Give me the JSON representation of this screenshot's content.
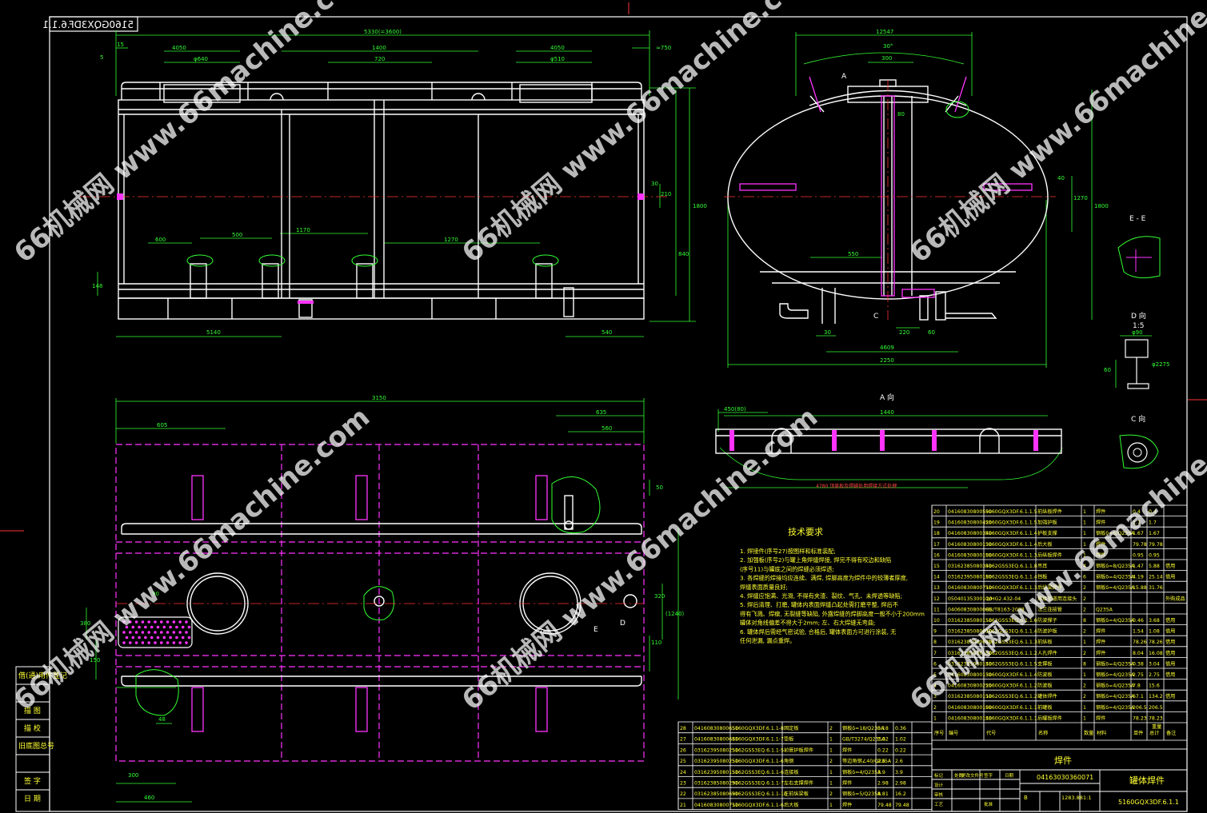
{
  "drawing_code": "5160GQX3DF.6.1.1",
  "watermark": "66机械网 www.66machine.com",
  "view_labels": {
    "view_a": "A 向",
    "view_c": "C 向",
    "view_d": "D 向",
    "view_d_scale": "1:5",
    "section_e": "E - E",
    "mark_a": "A",
    "mark_c": "C",
    "mark_d": "D",
    "mark_e": "E"
  },
  "dims_front": {
    "overall": "5330(=3600)",
    "left_off": "15",
    "s": "5",
    "d4050a": "4050",
    "d640a": "φ640",
    "d1400": "1400",
    "d720": "720",
    "d4050b": "4050",
    "d640b": "φ510",
    "right_off": "≈750",
    "d600": "600",
    "d500": "500",
    "d1170": "1170",
    "d1270": "1270",
    "d5140": "5140",
    "d540": "540",
    "h1800": "1800",
    "h840": "840",
    "h148": "148",
    "h210": "210",
    "h30": "30"
  },
  "dims_end": {
    "w2547": "12547",
    "ang30": "30°",
    "d300": "300",
    "d80": "80",
    "d550": "550",
    "d4609": "4609",
    "d2250": "2250",
    "d30": "30",
    "d220": "220",
    "d60": "60",
    "h1800": "1800",
    "h1270": "1270",
    "h40": "40"
  },
  "dims_plan": {
    "overall": "3150",
    "d605": "605",
    "d635": "635",
    "d560": "560",
    "d50": "50",
    "d320": "320",
    "d1240": "(1240)",
    "d110": "110",
    "d380": "380",
    "d200": "200",
    "d150": "150",
    "d300": "300",
    "d460": "460",
    "d48": "48",
    "d90": "90"
  },
  "dims_view_a": {
    "d450": "450(80)",
    "d1440": "1440",
    "note": "4780  顶盖板及焊缝处用焊接方式处理"
  },
  "dims_view_d": {
    "d90": "φ90",
    "d2275": "φ2275",
    "d60": "60"
  },
  "tech_req": {
    "title": "技术要求",
    "items": [
      "1. 焊接件(序号27)按图样和标准装配;",
      "2. 加强板(序号2)与罐上角焊缝焊接, 焊完不得有咬边和缺陷",
      "   (序号11)与罐底之间的焊缝必须焊透;",
      "3. 各焊缝的焊接均应连续、满焊, 焊脚高度为焊件中的较薄者厚度,",
      "   焊缝表面质量良好;",
      "4. 焊缝应饱满、光滑, 不得有夹渣、裂纹、气孔、未焊透等缺陷;",
      "5. 焊后清理、打磨, 罐体内表面焊缝凸起处需打磨平整, 焊后不",
      "   得有飞溅、焊瘤, 无裂缝等缺陷, 外露焊缝的焊脚高度一般不小于200mm",
      "   罐体对角线偏差不得大于2mm; 左、右大焊缝无弯曲;",
      "6. 罐体焊后需经气密试验, 合格后, 罐体表面方可进行涂装, 无",
      "   任何泄漏, 漏点重焊。"
    ]
  },
  "parts_right": [
    {
      "no": "20",
      "code": "04160830800590",
      "dwg": "5160GQX3DF.6.1.1.5",
      "name": "前纵板焊件",
      "qty": "1",
      "mat": "焊件",
      "w1": "0.4",
      "w2": "0.4",
      "note": ""
    },
    {
      "no": "19",
      "code": "04160830800420",
      "dwg": "5160GQX3DF.6.1.1.5",
      "name": "加强护板",
      "qty": "1",
      "mat": "焊件",
      "w1": "1.7",
      "w2": "1.7",
      "note": ""
    },
    {
      "no": "18",
      "code": "04160830800340",
      "dwg": "5160GQX3DF.6.1.1.4",
      "name": "护板支撑",
      "qty": "1",
      "mat": "钢板δ=6/Q235A",
      "w1": "1.67",
      "w2": "1.67",
      "note": ""
    },
    {
      "no": "17",
      "code": "04160830800130",
      "dwg": "5160GQX3DF.6.1.1.4",
      "name": "后大板",
      "qty": "1",
      "mat": "焊件",
      "w1": "79.78",
      "w2": "79.78",
      "note": ""
    },
    {
      "no": "16",
      "code": "04160830800100",
      "dwg": "5160GQX3DF.6.1.1.3",
      "name": "后纵板焊件",
      "qty": "1",
      "mat": "焊件",
      "w1": "0.95",
      "w2": "0.95",
      "note": ""
    },
    {
      "no": "15",
      "code": "03162385080340",
      "dwg": "5162GSS3EQ.6.1.1.8",
      "name": "吊耳",
      "qty": "4",
      "mat": "钢板δ=8/Q235A",
      "w1": "1.47",
      "w2": "5.88",
      "note": "借用"
    },
    {
      "no": "14",
      "code": "03162395080180",
      "dwg": "5162GSS3EQ.6.1.1.4",
      "name": "挡板",
      "qty": "6",
      "mat": "钢板δ=4/Q235A",
      "w1": "4.19",
      "w2": "25.14",
      "note": "借用"
    },
    {
      "no": "13",
      "code": "04160830800710",
      "dwg": "5160GQX3DF.6.1.1.3",
      "name": "后纵梁焊件",
      "qty": "2",
      "mat": "钢板δ=4/Q235A",
      "w1": "15.88",
      "w2": "31.76",
      "note": ""
    },
    {
      "no": "12",
      "code": "05040135300110",
      "dwg": "Q/HG2.432-04",
      "name": "焊接管道用连接头",
      "qty": "2",
      "mat": "",
      "w1": "",
      "w2": "",
      "note": "外购成品"
    },
    {
      "no": "11",
      "code": "04060830800085",
      "dwg": "GB/T8163-2008",
      "name": "法兰连接管",
      "qty": "2",
      "mat": "Q235A",
      "w1": "",
      "w2": "",
      "note": ""
    },
    {
      "no": "10",
      "code": "03162385080150",
      "dwg": "5162GSS3EQ.6.1.1.6",
      "name": "防波撑子",
      "qty": "8",
      "mat": "钢板δ=4/Q235A",
      "w1": "0.46",
      "w2": "3.68",
      "note": "借用"
    },
    {
      "no": "9",
      "code": "03162385080070",
      "dwg": "5162GSS3EQ.6.1.1.4",
      "name": "防波护板",
      "qty": "2",
      "mat": "焊件",
      "w1": "1.54",
      "w2": "1.08",
      "note": "借用"
    },
    {
      "no": "8",
      "code": "03162385080020",
      "dwg": "5162GSS3EQ.6.1.1.3",
      "name": "前纵板",
      "qty": "1",
      "mat": "焊件",
      "w1": "78.26",
      "w2": "78.26",
      "note": "借用"
    },
    {
      "no": "7",
      "code": "03162385080150",
      "dwg": "5162GSS3EQ.6.1.1.2",
      "name": "人孔焊件",
      "qty": "2",
      "mat": "焊件",
      "w1": "8.04",
      "w2": "16.08",
      "note": "借用"
    },
    {
      "no": "6",
      "code": "03162385080140",
      "dwg": "5162GSS3EQ.6.1.1.5",
      "name": "支撑板",
      "qty": "8",
      "mat": "钢板δ=4/Q235A",
      "w1": "0.38",
      "w2": "3.04",
      "note": "借用"
    },
    {
      "no": "5",
      "code": "04160830800130",
      "dwg": "5160GQX3DF.6.1.1.4",
      "name": "防波板",
      "qty": "1",
      "mat": "钢板δ=4/Q235A",
      "w1": "2.75",
      "w2": "2.75",
      "note": "借用"
    },
    {
      "no": "4",
      "code": "04160830800220",
      "dwg": "5160GQX3DF.6.1.1.2",
      "name": "防波板",
      "qty": "2",
      "mat": "钢板δ=4/Q235A",
      "w1": "7.8",
      "w2": "15.6",
      "note": ""
    },
    {
      "no": "3",
      "code": "03162385080110",
      "dwg": "5162GSS3EQ.6.1.1.2",
      "name": "罐体焊件",
      "qty": "2",
      "mat": "钢板δ=4/Q235A",
      "w1": "67.1",
      "w2": "134.2",
      "note": "借用"
    },
    {
      "no": "2",
      "code": "04160830800100",
      "dwg": "5160GQX3DF.6.1.1.1",
      "name": "前罐板",
      "qty": "1",
      "mat": "钢板δ=4/Q235A",
      "w1": "206.5",
      "w2": "206.5",
      "note": ""
    },
    {
      "no": "1",
      "code": "04160830800140",
      "dwg": "5160GQX3DF.6.1.1.1",
      "name": "后罐板焊件",
      "qty": "1",
      "mat": "焊件",
      "w1": "78.23",
      "w2": "78.23",
      "note": ""
    }
  ],
  "parts_bottom": [
    {
      "no": "28",
      "code": "04160830800650",
      "dwg": "5160GQX3DF.6.1.1-8",
      "name": "固定板",
      "qty": "2",
      "mat": "钢板δ=18/Q235A",
      "w1": "0.18",
      "w2": "0.36"
    },
    {
      "no": "27",
      "code": "04160830800640",
      "dwg": "5160GQX3DF.6.1.1-7",
      "name": "垫板",
      "qty": "1",
      "mat": "GB/T3274/Q235A",
      "w1": "1.02",
      "w2": "1.02"
    },
    {
      "no": "26",
      "code": "03162395080250",
      "dwg": "5162GSS3EQ.6.1.1-5",
      "name": "前管护板焊件",
      "qty": "1",
      "mat": "焊件",
      "w1": "0.22",
      "w2": "0.22"
    },
    {
      "no": "25",
      "code": "03162395080250",
      "dwg": "5160GQX3DF.6.1.1-6",
      "name": "角钢",
      "qty": "2",
      "mat": "等边角钢∠40/Q235A",
      "w1": "2.6",
      "w2": "2.6"
    },
    {
      "no": "24",
      "code": "03162395080150",
      "dwg": "5162GSS3EQ.6.1.1-6",
      "name": "连接板",
      "qty": "1",
      "mat": "钢板δ=4/Q235A",
      "w1": "3.9",
      "w2": "3.9"
    },
    {
      "no": "23",
      "code": "03162385080290",
      "dwg": "5162GSS3EQ.6.1.1-7",
      "name": "左右支撑焊件",
      "qty": "1",
      "mat": "焊件",
      "w1": "2.98",
      "w2": "2.98"
    },
    {
      "no": "22",
      "code": "03162385080690",
      "dwg": "5162GSS3EQ.6.1.1-10",
      "name": "左前纵梁板",
      "qty": "2",
      "mat": "钢板δ=5/Q235A",
      "w1": "8.81",
      "w2": "16.2"
    },
    {
      "no": "21",
      "code": "04160830800710",
      "dwg": "5160GQX3DF.6.1.1-6",
      "name": "后大板",
      "qty": "1",
      "mat": "焊件",
      "w1": "79.48",
      "w2": "79.48"
    }
  ],
  "parts_header": [
    "序号",
    "编号",
    "代号",
    "名称",
    "数量",
    "材料",
    "单件",
    "总计",
    "备注"
  ],
  "weight_label": "重量",
  "title_block": {
    "name": "焊件",
    "doc_no": "04163030360071",
    "assembly": "罐体焊件",
    "code": "5160GQX3DF.6.1.1",
    "scale_label": "B",
    "scale": "1:1",
    "weight": "1283.88",
    "rows": [
      "标记",
      "处数",
      "更改文件号",
      "签字",
      "日期",
      "设计",
      "审核",
      "工艺",
      "批准"
    ]
  },
  "left_strip": [
    "借(通)用件登记",
    "",
    "描 图",
    "描 校",
    "旧底图总号",
    "",
    "签 字",
    "日 期"
  ]
}
